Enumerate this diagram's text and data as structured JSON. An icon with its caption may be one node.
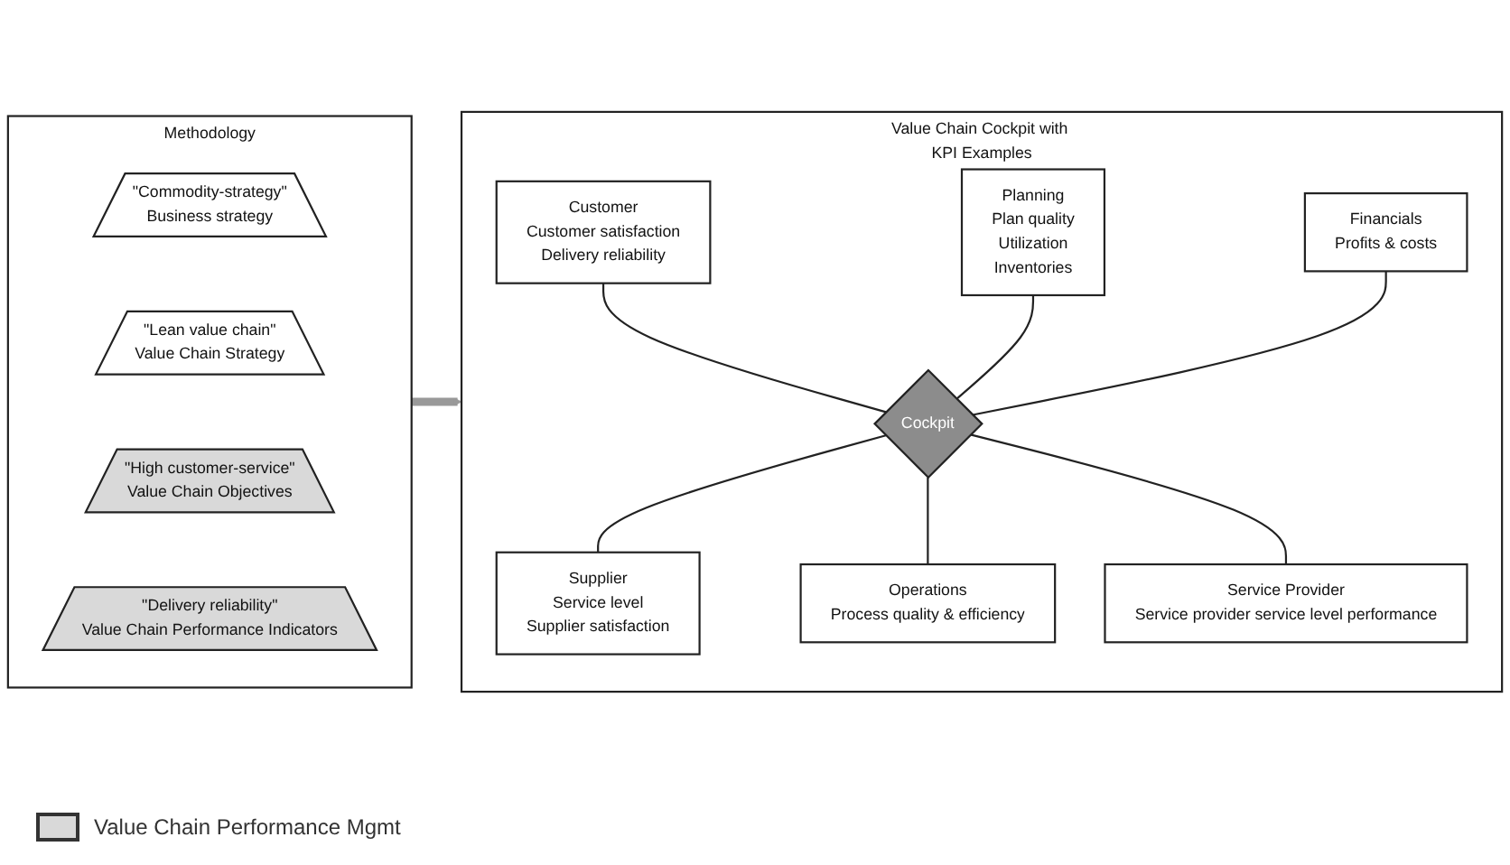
{
  "diagram": {
    "nodes": [
      {
        "text": [
          "Methodology"
        ]
      },
      {
        "text": [
          "\"Commodity-strategy\"",
          "Business strategy"
        ],
        "in": 0
      },
      {
        "text": [
          "\"Lean value chain\"",
          "Value Chain Strategy"
        ],
        "in": 0
      },
      {
        "text": [
          "\"High customer-service\"",
          "Value Chain Objectives"
        ],
        "in": 0
      },
      {
        "text": [
          "\"Delivery reliability\"",
          "Value Chain Performance Indicators"
        ],
        "in": 0
      },
      {
        "text": [
          "Value Chain Cockpit with KPI Examples"
        ]
      },
      {
        "text": [
          "Customer",
          "Customer satisfaction",
          "Delivery reliability"
        ],
        "in": 5
      },
      {
        "text": [
          "Supplier",
          "Service level",
          "Supplier satisfaction"
        ],
        "in": 5
      },
      {
        "text": [
          "Planning",
          "Plan quality",
          "Utilization",
          "Inventories"
        ],
        "in": 5
      },
      {
        "text": [
          "Cockpit"
        ],
        "in": 5
      },
      {
        "text": [
          "Operations",
          "Process quality & efficiency"
        ],
        "in": 5
      },
      {
        "text": [
          "Financials",
          "Profits & costs"
        ],
        "in": 5
      },
      {
        "text": [
          "Service Provider",
          "Service provider service level performance"
        ],
        "in": 5
      }
    ],
    "edges": [
      {
        "from": 0,
        "to": 5,
        "arrow": "to",
        "style": "thick",
        "color": "#999999"
      },
      {
        "from": 6,
        "to": 9,
        "arrow": "none"
      },
      {
        "from": 9,
        "to": 7,
        "arrow": "none"
      },
      {
        "from": 8,
        "to": 9,
        "arrow": "none"
      },
      {
        "from": 9,
        "to": 10,
        "arrow": "none"
      },
      {
        "from": 11,
        "to": 9,
        "arrow": "none"
      },
      {
        "from": 9,
        "to": 12,
        "arrow": "none"
      }
    ],
    "legend": [
      {
        "text": "Value Chain Performance Mgmt",
        "color": "#d9d9d9"
      }
    ]
  }
}
